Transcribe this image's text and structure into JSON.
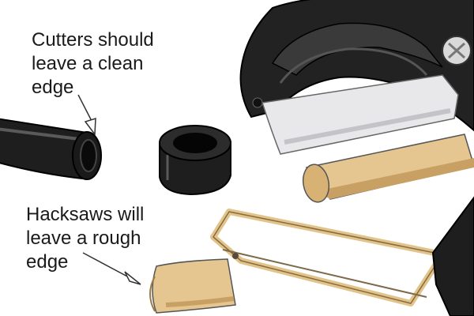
{
  "annotations": {
    "cutters": {
      "lines": [
        "Cutters should",
        "leave a clean",
        "edge"
      ]
    },
    "hacksaws": {
      "lines": [
        "Hacksaws will",
        "leave a rough",
        "edge"
      ]
    }
  },
  "colors": {
    "pipe": "#1e1e1e",
    "pipe_highlight": "#5a5a5a",
    "cutter_body": "#222222",
    "cutter_blade": "#e8e8ea",
    "copper_pipe": "#e6c690",
    "copper_shadow": "#c9a064",
    "hacksaw_frame": "#e0c48c",
    "hacksaw_handle": "#1e1e1e"
  },
  "icons": [
    "pipe-cutter-icon",
    "rubber-hose-icon",
    "pipe-offcut-icon",
    "copper-pipe-icon",
    "hacksaw-icon",
    "arrow-icon"
  ]
}
